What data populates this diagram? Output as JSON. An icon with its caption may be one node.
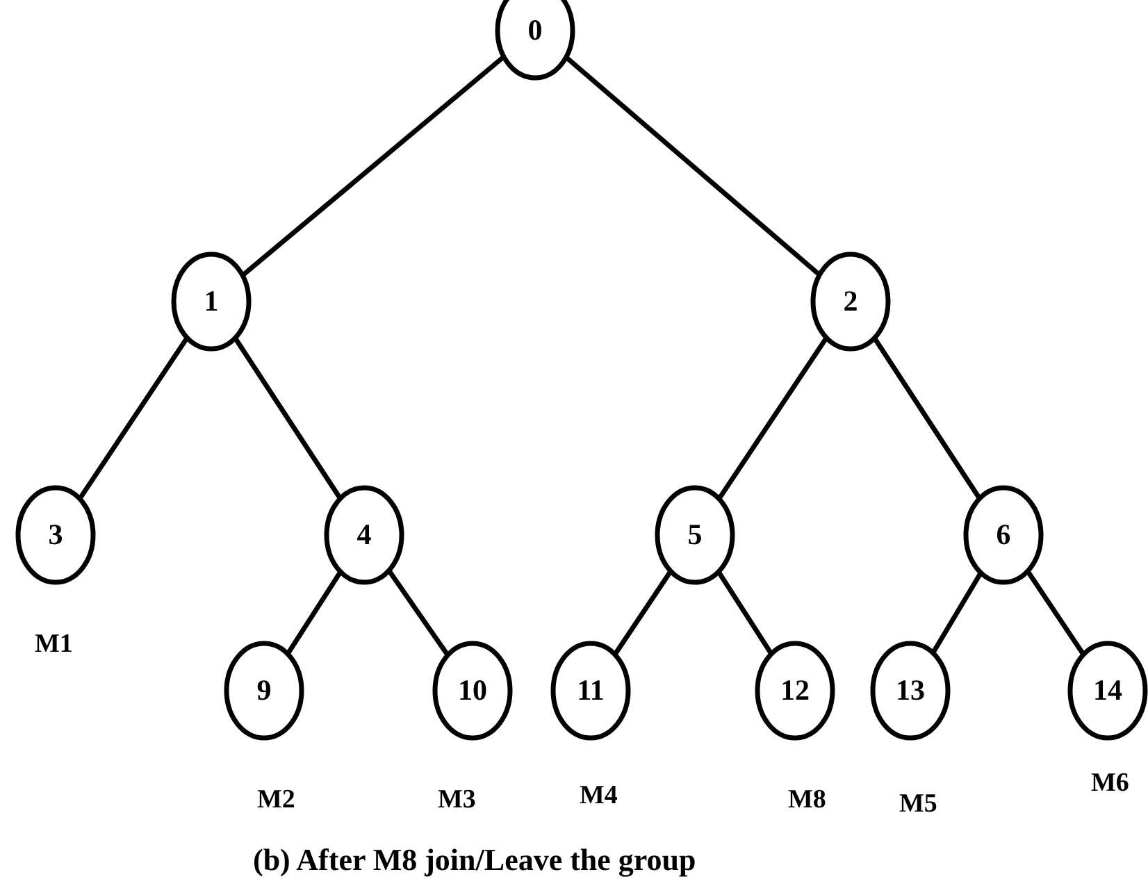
{
  "diagram": {
    "caption": "(b) After M8 join/Leave the group",
    "nodes": [
      {
        "text": [
          "0"
        ]
      },
      {
        "text": [
          "1"
        ]
      },
      {
        "text": [
          "2"
        ]
      },
      {
        "text": [
          "3"
        ],
        "beside": [
          "M1"
        ]
      },
      {
        "text": [
          "4"
        ]
      },
      {
        "text": [
          "5"
        ]
      },
      {
        "text": [
          "6"
        ]
      },
      {
        "text": [
          "9"
        ],
        "beside": [
          "M2"
        ]
      },
      {
        "text": [
          "10"
        ],
        "beside": [
          "M3"
        ]
      },
      {
        "text": [
          "11"
        ],
        "beside": [
          "M4"
        ]
      },
      {
        "text": [
          "12"
        ],
        "beside": [
          "M8"
        ]
      },
      {
        "text": [
          "13"
        ],
        "beside": [
          "M5"
        ]
      },
      {
        "text": [
          "14"
        ],
        "beside": [
          "M6"
        ]
      }
    ],
    "edges": [
      {
        "from": 0,
        "to": 1,
        "arrow": "none"
      },
      {
        "from": 0,
        "to": 2,
        "arrow": "none"
      },
      {
        "from": 1,
        "to": 3,
        "arrow": "none"
      },
      {
        "from": 1,
        "to": 4,
        "arrow": "none"
      },
      {
        "from": 2,
        "to": 5,
        "arrow": "none"
      },
      {
        "from": 2,
        "to": 6,
        "arrow": "none"
      },
      {
        "from": 4,
        "to": 7,
        "arrow": "none"
      },
      {
        "from": 4,
        "to": 8,
        "arrow": "none"
      },
      {
        "from": 5,
        "to": 9,
        "arrow": "none"
      },
      {
        "from": 5,
        "to": 10,
        "arrow": "none"
      },
      {
        "from": 6,
        "to": 11,
        "arrow": "none"
      },
      {
        "from": 6,
        "to": 12,
        "arrow": "none"
      }
    ]
  }
}
